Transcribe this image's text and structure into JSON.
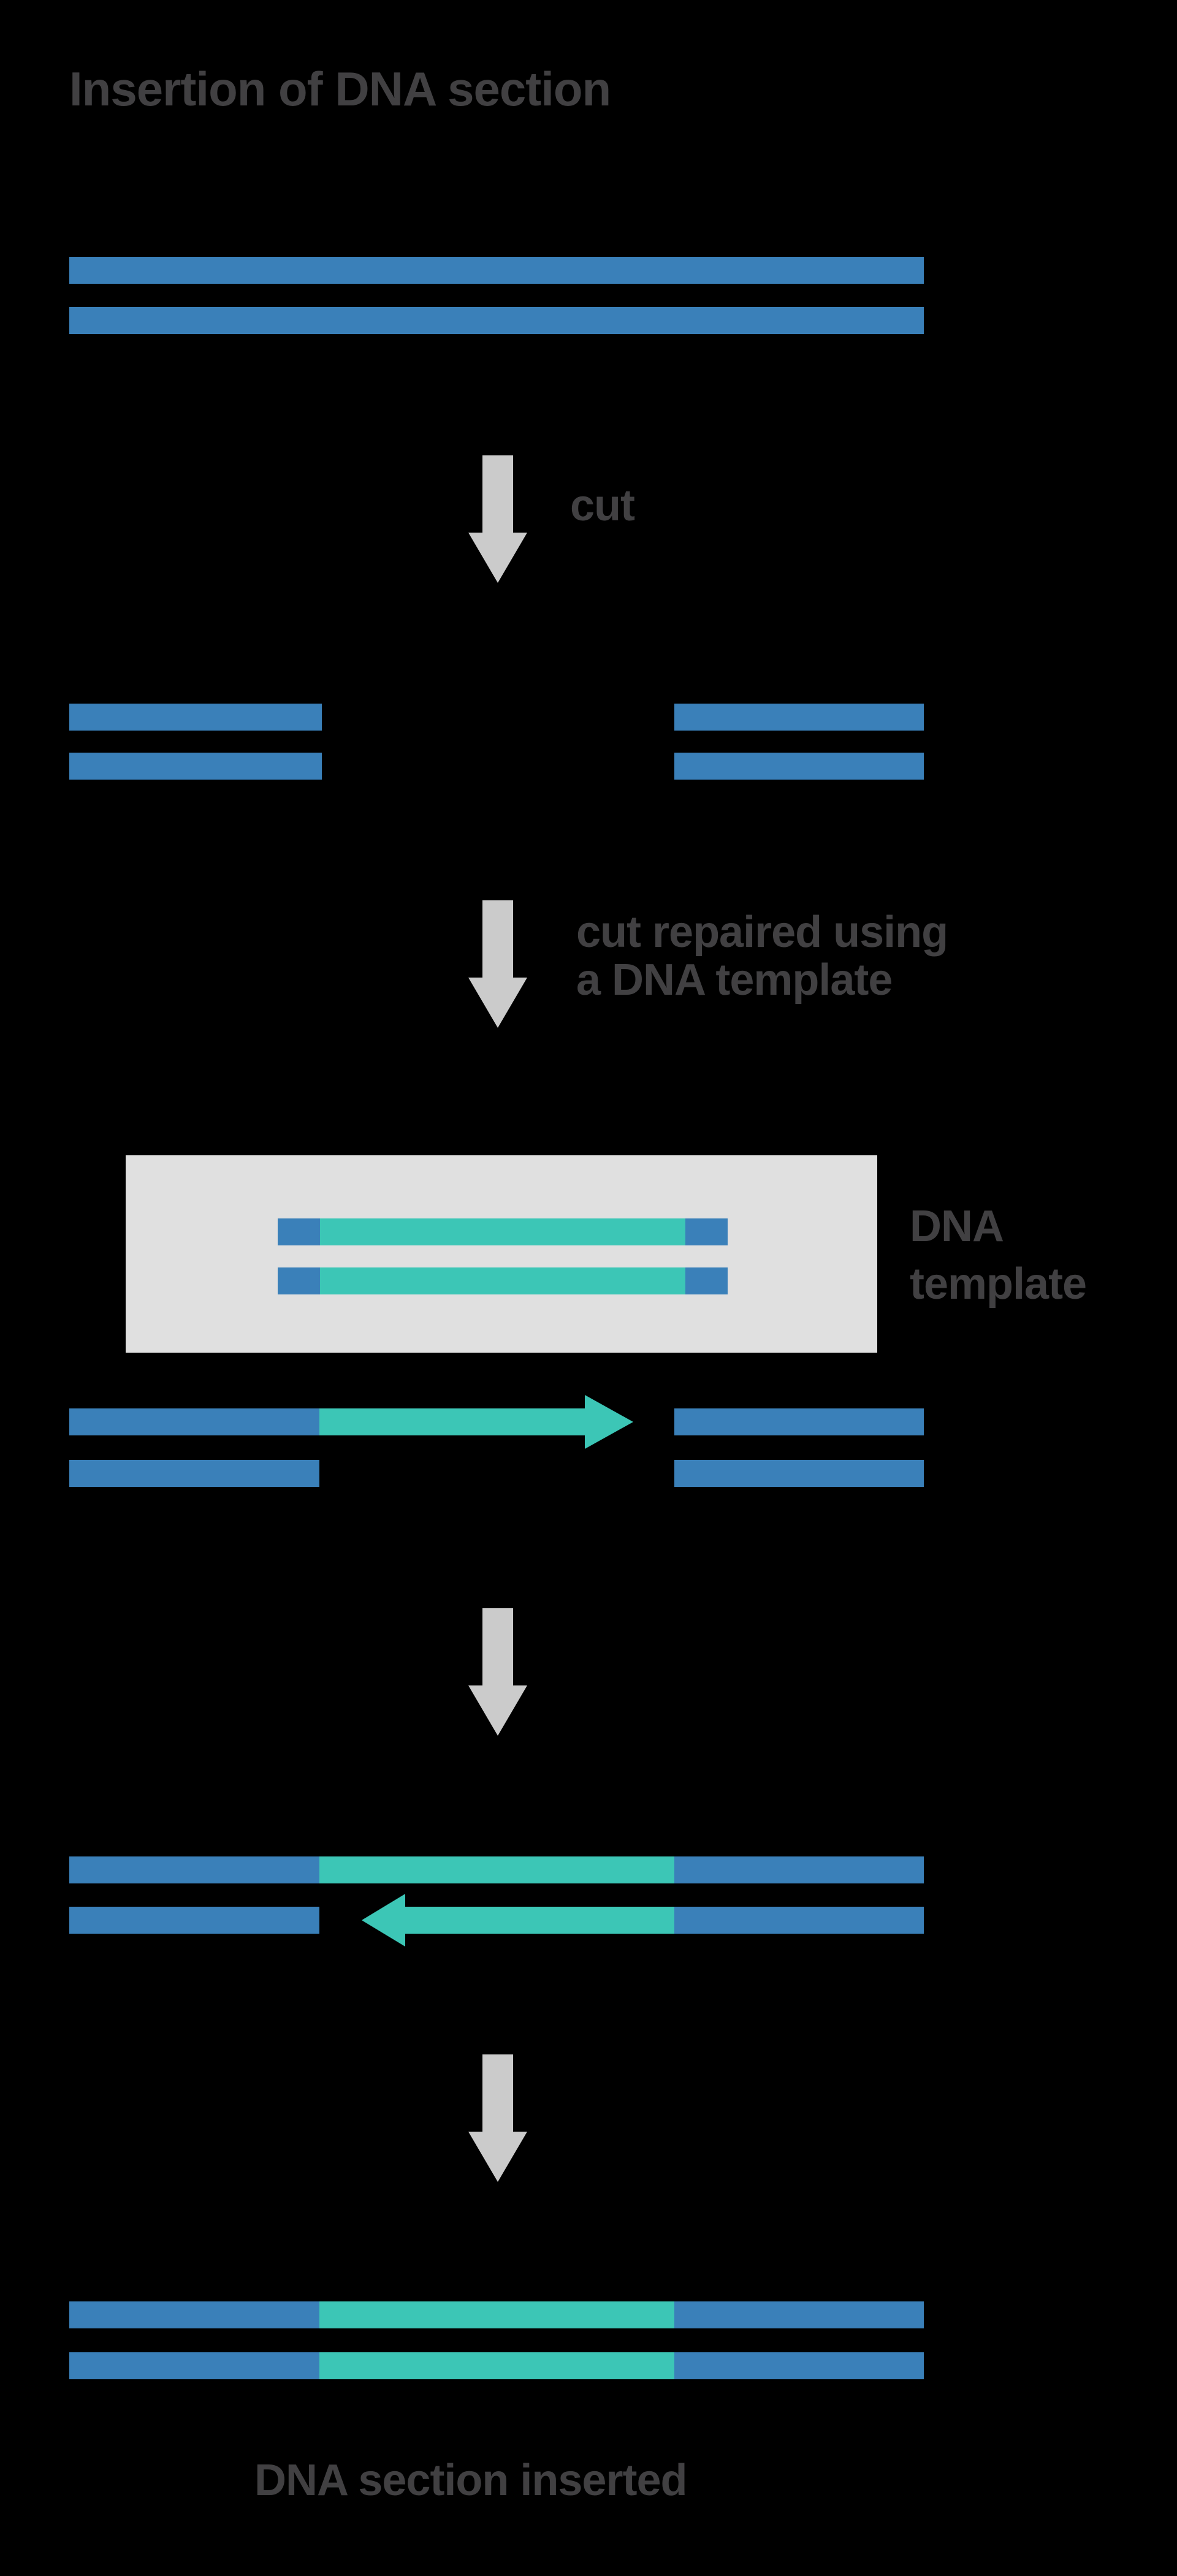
{
  "title": "Insertion of DNA section",
  "labels": {
    "cut": "cut",
    "repair_line1": "cut repaired using",
    "repair_line2": "a DNA template",
    "template_line1": "DNA",
    "template_line2": "template",
    "caption": "DNA section inserted"
  },
  "colors": {
    "background": "#000000",
    "dna_blue": "#3a80b9",
    "insert_teal": "#3cc6b6",
    "arrow_gray": "#cbcbcb",
    "template_box_gray": "#e0e0e0",
    "text_gray": "#414042"
  }
}
